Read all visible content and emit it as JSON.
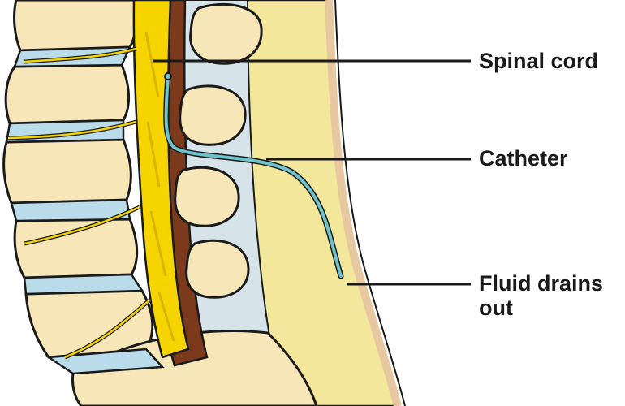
{
  "labels": {
    "spinal_cord": "Spinal cord",
    "catheter": "Catheter",
    "fluid_drains_out_line1": "Fluid drains",
    "fluid_drains_out_line2": "out"
  },
  "colors": {
    "bone": "#f7e6b8",
    "bone_outline": "#1a1a1a",
    "disc": "#b9dbea",
    "cord": "#f6d400",
    "dura": "#7b3a1c",
    "fat_layer": "#f2e79a",
    "skin": "#f6dcc0",
    "catheter": "#6ec4cc",
    "csf_space": "#d6e4ea",
    "leader_line": "#1a1a1a"
  },
  "icons": [
    "spine-illustration"
  ]
}
